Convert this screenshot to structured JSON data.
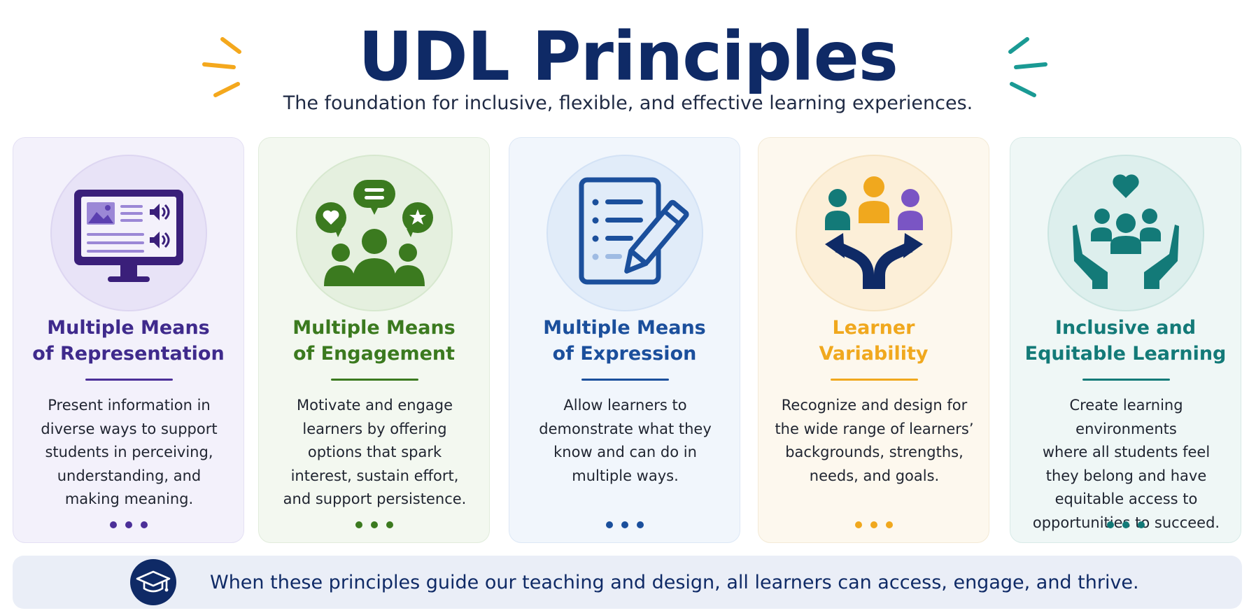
{
  "header": {
    "title": "UDL Principles",
    "subtitle": "The foundation for inclusive, flexible, and effective learning experiences."
  },
  "decor": {
    "left_burst_color": "#f4a81d",
    "right_burst_color": "#1a9a94"
  },
  "cards": [
    {
      "title_line1": "Multiple Means",
      "title_line2": "of Representation",
      "desc_lines": [
        "Present information in",
        "diverse ways to support",
        "students in perceiving,",
        "understanding, and",
        "making meaning."
      ],
      "icon": "monitor-media-icon",
      "color": "#3f2a8c"
    },
    {
      "title_line1": "Multiple Means",
      "title_line2": "of Engagement",
      "desc_lines": [
        "Motivate and engage",
        "learners by offering",
        "options that spark",
        "interest, sustain effort,",
        "and support persistence."
      ],
      "icon": "group-chat-icon",
      "color": "#3b7a1f"
    },
    {
      "title_line1": "Multiple Means",
      "title_line2": "of Expression",
      "desc_lines": [
        "Allow learners to",
        "demonstrate what they",
        "know and can do in",
        "multiple ways."
      ],
      "icon": "document-pencil-icon",
      "color": "#1b4f9c"
    },
    {
      "title_line1": "Learner",
      "title_line2": "Variability",
      "desc_lines": [
        "Recognize and design for",
        "the wide range of learners’",
        "backgrounds, strengths,",
        "needs, and goals."
      ],
      "icon": "people-paths-icon",
      "color": "#f0a81e"
    },
    {
      "title_line1": "Inclusive and",
      "title_line2": "Equitable Learning",
      "desc_lines": [
        "Create learning environments",
        "where all students feel",
        "they belong and have",
        "equitable access to",
        "opportunities to succeed."
      ],
      "icon": "hands-community-icon",
      "color": "#137a78"
    }
  ],
  "footer": {
    "icon": "graduation-cap-icon",
    "text": "When these principles guide our teaching and design, all learners can access, engage, and thrive."
  }
}
